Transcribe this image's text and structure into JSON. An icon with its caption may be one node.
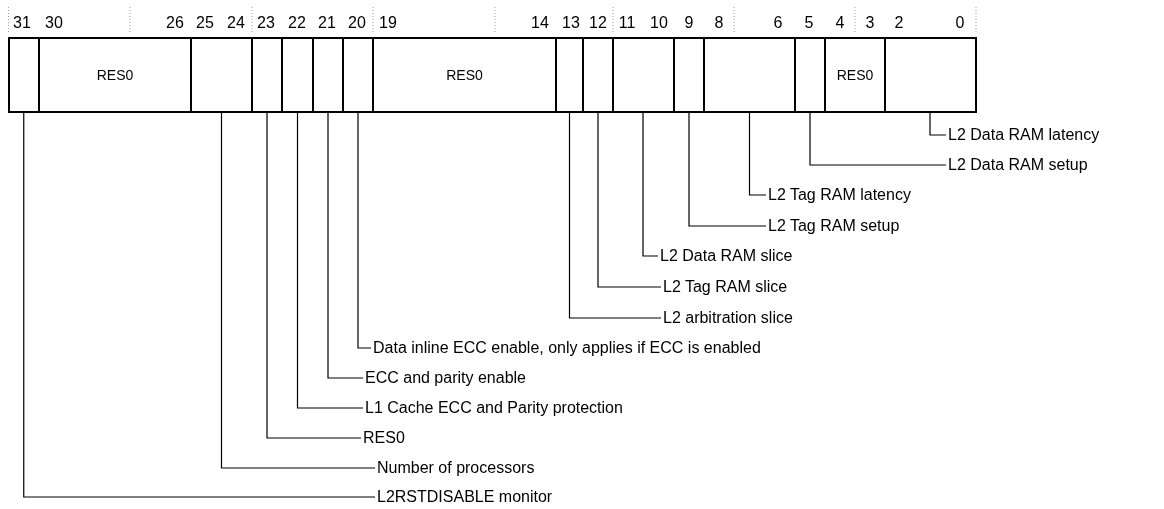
{
  "diagram": {
    "nodes": [
      {
        "text": [],
        "shape": "box"
      },
      {
        "text": [
          "RES0"
        ]
      },
      {
        "text": [],
        "shape": "box"
      },
      {
        "text": [],
        "shape": "box"
      },
      {
        "text": [],
        "shape": "box"
      },
      {
        "text": [],
        "shape": "box"
      },
      {
        "text": [],
        "shape": "box"
      },
      {
        "text": [
          "RES0"
        ]
      },
      {
        "text": [],
        "shape": "box"
      },
      {
        "text": [],
        "shape": "box"
      },
      {
        "text": [],
        "shape": "box"
      },
      {
        "text": [],
        "shape": "box"
      },
      {
        "text": [],
        "shape": "box"
      },
      {
        "text": [],
        "shape": "box"
      },
      {
        "text": [
          "RES0"
        ]
      },
      {
        "text": [],
        "shape": "box"
      },
      {
        "text": [
          "L2 Data RAM latency"
        ]
      },
      {
        "text": [
          "L2 Data RAM setup"
        ]
      },
      {
        "text": [
          "L2 Tag RAM latency"
        ]
      },
      {
        "text": [
          "L2 Tag RAM setup"
        ]
      },
      {
        "text": [
          "L2 Data RAM slice"
        ]
      },
      {
        "text": [
          "L2 Tag RAM slice"
        ]
      },
      {
        "text": [
          "L2 arbitration slice"
        ]
      },
      {
        "text": [
          "Data inline ECC enable, only applies if ECC is enabled"
        ]
      },
      {
        "text": [
          "ECC and parity enable"
        ]
      },
      {
        "text": [
          "L1 Cache ECC and Parity protection"
        ]
      },
      {
        "text": [
          "RES0"
        ]
      },
      {
        "text": [
          "Number of processors"
        ]
      },
      {
        "text": [
          "L2RSTDISABLE monitor"
        ]
      }
    ],
    "edges": [
      {
        "from": 16,
        "to": 15,
        "arrow": "none"
      },
      {
        "from": 17,
        "to": 13,
        "arrow": "none"
      },
      {
        "from": 18,
        "to": 12,
        "arrow": "none"
      },
      {
        "from": 19,
        "to": 11,
        "arrow": "none"
      },
      {
        "from": 20,
        "to": 10,
        "arrow": "none"
      },
      {
        "from": 21,
        "to": 9,
        "arrow": "none"
      },
      {
        "from": 22,
        "to": 8,
        "arrow": "none"
      },
      {
        "from": 23,
        "to": 6,
        "arrow": "none"
      },
      {
        "from": 24,
        "to": 5,
        "arrow": "none"
      },
      {
        "from": 25,
        "to": 4,
        "arrow": "none"
      },
      {
        "from": 26,
        "to": 3,
        "arrow": "none"
      },
      {
        "from": 27,
        "to": 2,
        "arrow": "none"
      },
      {
        "from": 28,
        "to": 0,
        "arrow": "none"
      }
    ],
    "labels": [
      "31",
      "30",
      "26",
      "25",
      "24",
      "23",
      "22",
      "21",
      "20",
      "19",
      "14",
      "13",
      "12",
      "11",
      "10",
      "9",
      "8",
      "6",
      "5",
      "4",
      "3",
      "2",
      "0"
    ]
  }
}
